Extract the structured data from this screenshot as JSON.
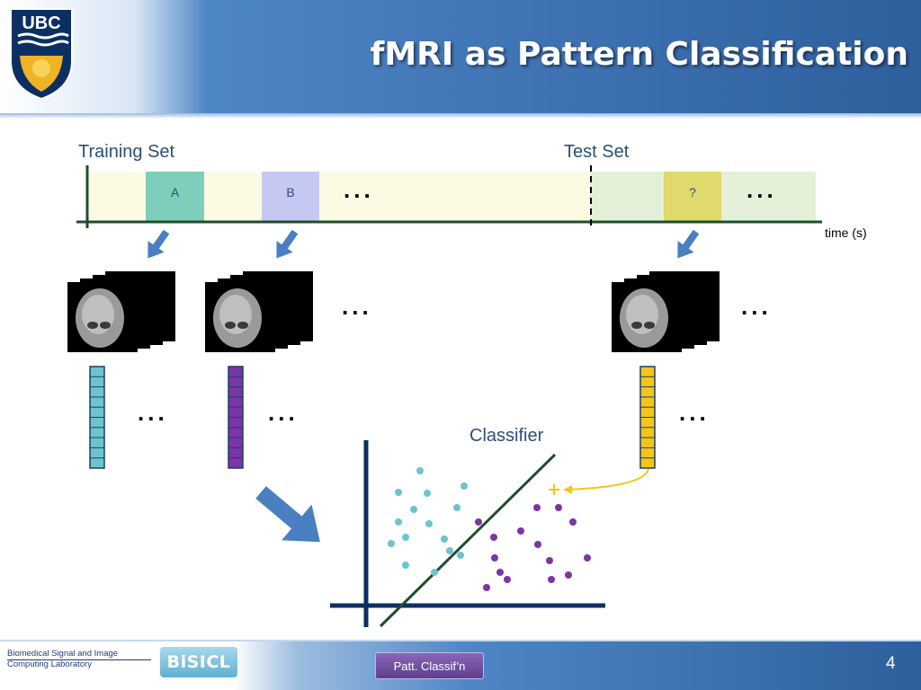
{
  "header": {
    "title": "fMRI as Pattern Classification",
    "logo_text": "UBC"
  },
  "timeline": {
    "training_label": "Training Set",
    "test_label": "Test Set",
    "time_label": "time (s)",
    "block_a": "A",
    "block_b": "B",
    "block_unknown": "?",
    "ellipsis": "..."
  },
  "classifier_label": "Classifier",
  "footer": {
    "lab_line1": "Biomedical Signal and Image",
    "lab_line2": "Computing Laboratory",
    "lab_logo": "BiSICL",
    "nav_button": "Patt. Classif’n",
    "page_number": "4"
  },
  "colors": {
    "class_a": "#6cc4cf",
    "class_b": "#7a35a6",
    "test": "#f5c518",
    "axis": "#0b2f63",
    "boundary": "#1e4d2b",
    "arrow": "#4a7fc2"
  }
}
